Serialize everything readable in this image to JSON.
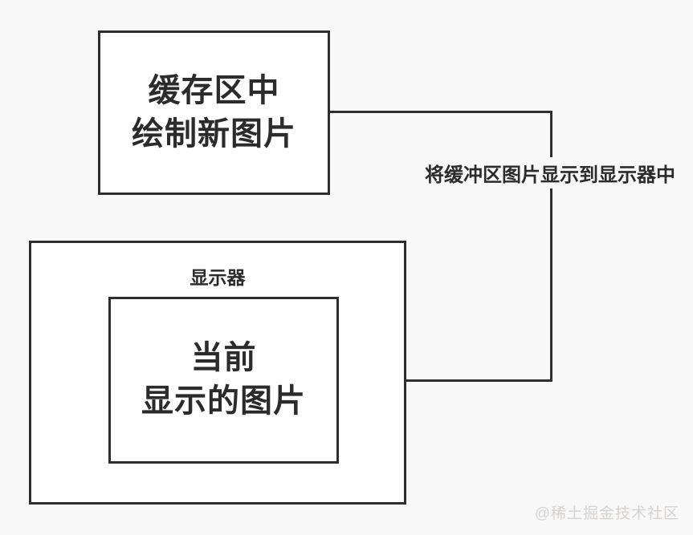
{
  "page": {
    "background_color": "#f8f8f8",
    "line_color": "#2e2e2e",
    "text_color": "#2b2b2b",
    "box_fill_color": "#fefefe",
    "watermark_color": "#d5d2cf"
  },
  "diagram": {
    "buffer_box": {
      "line1": "缓存区中",
      "line2": "绘制新图片"
    },
    "connector": {
      "label": "将缓冲区图片显示到显示器中",
      "arrow_direction": "left"
    },
    "display_box": {
      "title": "显示器"
    },
    "current_image_box": {
      "line1": "当前",
      "line2": "显示的图片"
    }
  },
  "watermark": {
    "text": "@稀土掘金技术社区"
  }
}
